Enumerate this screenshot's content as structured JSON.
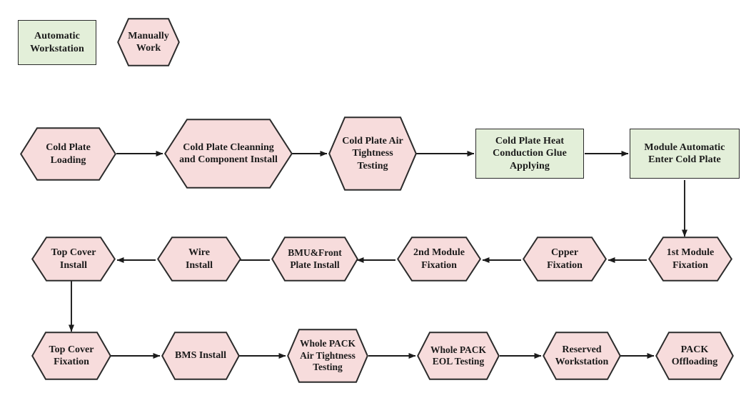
{
  "diagram": {
    "title_text": "",
    "colors": {
      "automatic_fill": "#e3efd9",
      "manual_fill": "#f7dcdc",
      "stroke": "#2b2b2b",
      "text": "#1b1b1b",
      "background": "#ffffff"
    },
    "legend": [
      {
        "id": "legend-automatic",
        "label": "Automatic\nWorkstation",
        "shape": "rectangle",
        "fill": "#e3efd9"
      },
      {
        "id": "legend-manual",
        "label": "Manually\nWork",
        "shape": "hexagon",
        "fill": "#f7dcdc"
      }
    ],
    "rows": [
      {
        "id": "row-1",
        "direction": "left-to-right",
        "nodes": [
          {
            "id": "cold-plate-loading",
            "label": "Cold Plate\nLoading",
            "shape": "hexagon",
            "type": "manual"
          },
          {
            "id": "cold-plate-cleanning-and-component-install",
            "label": "Cold Plate Cleanning\nand Component Install",
            "shape": "hexagon",
            "type": "manual"
          },
          {
            "id": "cold-plate-air-tightness-testing",
            "label": "Cold Plate Air\nTightness\nTesting",
            "shape": "hexagon",
            "type": "manual"
          },
          {
            "id": "cold-plate-heat-conduction-glue-applying",
            "label": "Cold Plate Heat\nConduction Glue\nApplying",
            "shape": "rectangle",
            "type": "automatic"
          },
          {
            "id": "module-automatic-enter-cold-plate",
            "label": "Module Automatic\nEnter Cold Plate",
            "shape": "rectangle",
            "type": "automatic"
          }
        ]
      },
      {
        "id": "row-2",
        "direction": "right-to-left",
        "nodes": [
          {
            "id": "top-cover-install",
            "label": "Top Cover\nInstall",
            "shape": "hexagon",
            "type": "manual"
          },
          {
            "id": "wire-install",
            "label": "Wire\nInstall",
            "shape": "hexagon",
            "type": "manual"
          },
          {
            "id": "bmu-and-front-plate-install",
            "label": "BMU&Front\nPlate Install",
            "shape": "hexagon",
            "type": "manual"
          },
          {
            "id": "2nd-module-fixation",
            "label": "2nd Module\nFixation",
            "shape": "hexagon",
            "type": "manual"
          },
          {
            "id": "cpper-fixation",
            "label": "Cpper\nFixation",
            "shape": "hexagon",
            "type": "manual"
          },
          {
            "id": "1st-module-fixation",
            "label": "1st Module\nFixation",
            "shape": "hexagon",
            "type": "manual"
          }
        ]
      },
      {
        "id": "row-3",
        "direction": "left-to-right",
        "nodes": [
          {
            "id": "top-cover-fixation",
            "label": "Top Cover\nFixation",
            "shape": "hexagon",
            "type": "manual"
          },
          {
            "id": "bms-install",
            "label": "BMS Install",
            "shape": "hexagon",
            "type": "manual"
          },
          {
            "id": "whole-pack-air-tightness-testing",
            "label": "Whole PACK\nAir Tightness\nTesting",
            "shape": "hexagon",
            "type": "manual"
          },
          {
            "id": "whole-pack-eol-testing",
            "label": "Whole PACK\nEOL Testing",
            "shape": "hexagon",
            "type": "manual"
          },
          {
            "id": "reserved-workstation",
            "label": "Reserved\nWorkstation",
            "shape": "hexagon",
            "type": "manual"
          },
          {
            "id": "pack-offloading",
            "label": "PACK\nOffloading",
            "shape": "hexagon",
            "type": "manual"
          }
        ]
      }
    ],
    "connectors": [
      {
        "id": "conn-r1-1",
        "from": "cold-plate-loading",
        "to": "cold-plate-cleanning-and-component-install",
        "orientation": "horizontal",
        "arrow": "right"
      },
      {
        "id": "conn-r1-2",
        "from": "cold-plate-cleanning-and-component-install",
        "to": "cold-plate-air-tightness-testing",
        "orientation": "horizontal",
        "arrow": "right"
      },
      {
        "id": "conn-r1-3",
        "from": "cold-plate-air-tightness-testing",
        "to": "cold-plate-heat-conduction-glue-applying",
        "orientation": "horizontal",
        "arrow": "right"
      },
      {
        "id": "conn-r1-4",
        "from": "cold-plate-heat-conduction-glue-applying",
        "to": "module-automatic-enter-cold-plate",
        "orientation": "horizontal",
        "arrow": "right"
      },
      {
        "id": "conn-v1",
        "from": "module-automatic-enter-cold-plate",
        "to": "1st-module-fixation",
        "orientation": "vertical",
        "arrow": "down"
      },
      {
        "id": "conn-r2-1",
        "from": "1st-module-fixation",
        "to": "cpper-fixation",
        "orientation": "horizontal",
        "arrow": "left"
      },
      {
        "id": "conn-r2-2",
        "from": "cpper-fixation",
        "to": "2nd-module-fixation",
        "orientation": "horizontal",
        "arrow": "left"
      },
      {
        "id": "conn-r2-3",
        "from": "2nd-module-fixation",
        "to": "bmu-and-front-plate-install",
        "orientation": "horizontal",
        "arrow": "left"
      },
      {
        "id": "conn-r2-4",
        "from": "bmu-and-front-plate-install",
        "to": "wire-install",
        "orientation": "horizontal",
        "arrow": "left"
      },
      {
        "id": "conn-r2-5",
        "from": "wire-install",
        "to": "top-cover-install",
        "orientation": "horizontal",
        "arrow": "left"
      },
      {
        "id": "conn-v2",
        "from": "top-cover-install",
        "to": "top-cover-fixation",
        "orientation": "vertical",
        "arrow": "down"
      },
      {
        "id": "conn-r3-1",
        "from": "top-cover-fixation",
        "to": "bms-install",
        "orientation": "horizontal",
        "arrow": "right"
      },
      {
        "id": "conn-r3-2",
        "from": "bms-install",
        "to": "whole-pack-air-tightness-testing",
        "orientation": "horizontal",
        "arrow": "right"
      },
      {
        "id": "conn-r3-3",
        "from": "whole-pack-air-tightness-testing",
        "to": "whole-pack-eol-testing",
        "orientation": "horizontal",
        "arrow": "right"
      },
      {
        "id": "conn-r3-4",
        "from": "whole-pack-eol-testing",
        "to": "reserved-workstation",
        "orientation": "horizontal",
        "arrow": "right"
      },
      {
        "id": "conn-r3-5",
        "from": "reserved-workstation",
        "to": "pack-offloading",
        "orientation": "horizontal",
        "arrow": "right"
      }
    ]
  }
}
